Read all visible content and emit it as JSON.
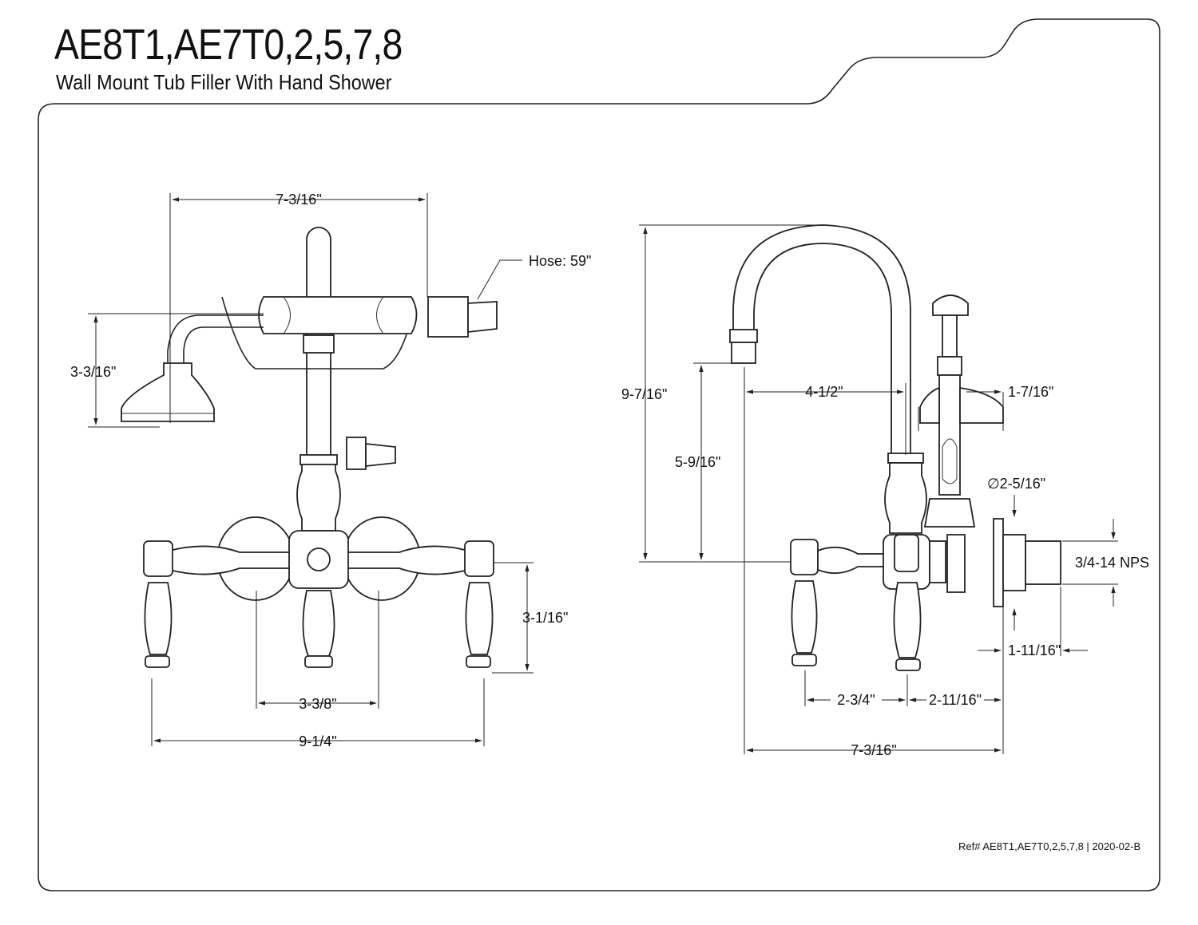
{
  "title": "AE8T1,AE7T0,2,5,7,8",
  "subtitle": "Wall Mount Tub Filler With Hand Shower",
  "reference": "Ref# AE8T1,AE7T0,2,5,7,8 | 2020-02-B",
  "front_view": {
    "top_width": "7-3/16\"",
    "hose": "Hose: 59\"",
    "hand_shower_height": "3-3/16\"",
    "handle_height": "3-1/16\"",
    "center_spacing": "3-3/8\"",
    "overall_width": "9-1/4\""
  },
  "side_view": {
    "overall_height": "9-7/16\"",
    "spout_height": "5-9/16\"",
    "spout_reach": "4-1/2\"",
    "shower_diameter": "1-7/16\"",
    "flange_diameter": "∅2-5/16\"",
    "thread": "3/4-14 NPS",
    "thread_length": "1-11/16\"",
    "handle_offset": "2-3/4\"",
    "wall_offset": "2-11/16\"",
    "overall_depth": "7-3/16\""
  }
}
